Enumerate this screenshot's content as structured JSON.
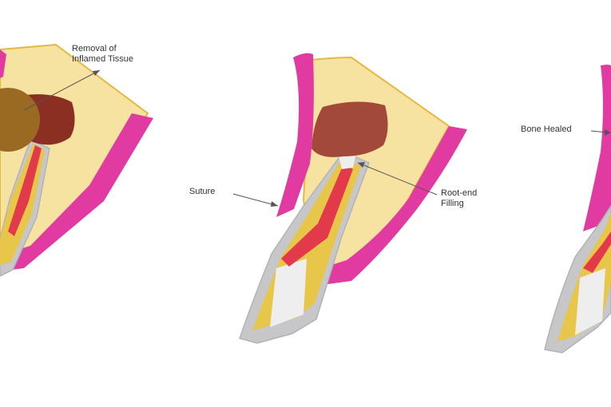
{
  "labels": {
    "removal": [
      "Removal of",
      "Inflamed Tissue"
    ],
    "suture": "Suture",
    "root_end": [
      "Root-end",
      "Filling"
    ],
    "bone_healed": "Bone Healed"
  },
  "colors": {
    "bone": "#f7e3a1",
    "gum": "#e13aa0",
    "tissue": "#8b2f22",
    "tissue_light": "#a2493a",
    "root_fill": "#e23a4b",
    "root_dentin": "#e7c64a",
    "enamel": "#c7c7c9",
    "crown": "#eeeeee",
    "outline": "#b2b3b6",
    "bulb": "#9a6a22",
    "bone_line": "#e6b841",
    "arrow": "#555555",
    "text": "#333333"
  }
}
